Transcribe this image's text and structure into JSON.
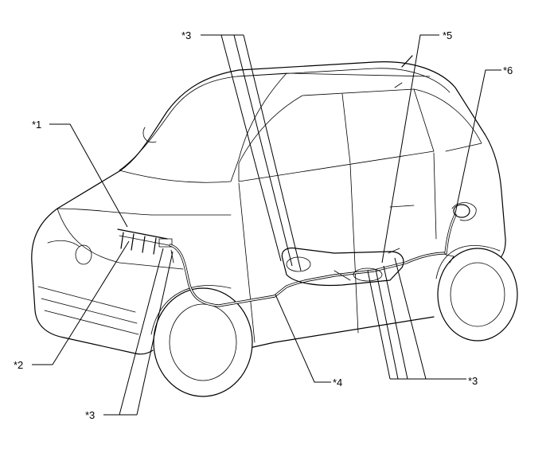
{
  "callouts": {
    "c1": "*1",
    "c2": "*2",
    "c3_top": "*3",
    "c3_bottom_left": "*3",
    "c3_bottom_right": "*3",
    "c4": "*4",
    "c5": "*5",
    "c6": "*6"
  }
}
